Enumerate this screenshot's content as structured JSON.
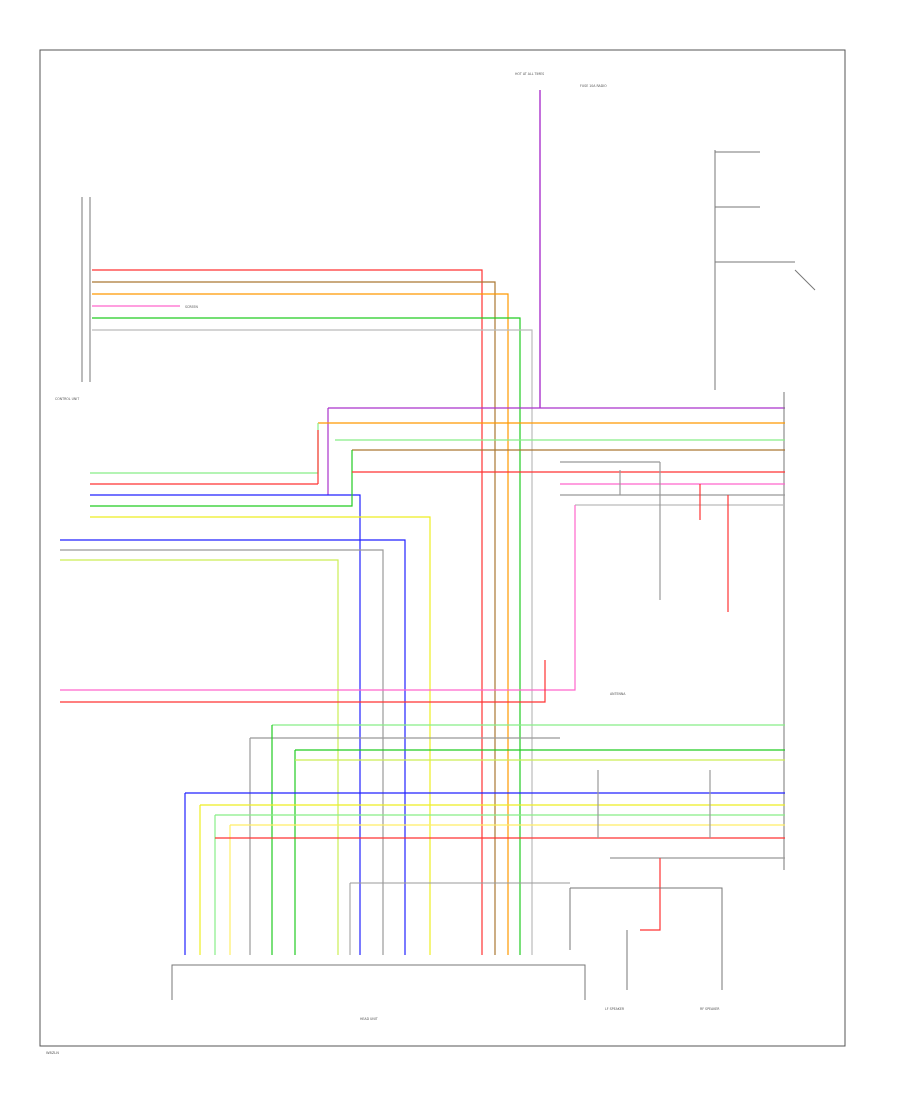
{
  "diagram": {
    "footer_code": "W8ZLN"
  },
  "colors": {
    "red": "#ff3333",
    "green": "#22cc22",
    "ltgreen": "#88ee88",
    "blue": "#2222ff",
    "yellow": "#eeee22",
    "orange": "#ff9900",
    "purple": "#aa33cc",
    "pink": "#ff66cc",
    "brown": "#aa7733",
    "gray": "#999999",
    "black": "#222222"
  },
  "labels": {
    "hot_all_times": "HOT AT ALL TIMES",
    "hot_all_times_sub": "FUSE 10A RADIO",
    "ctrl_unit": "CONTROL UNIT",
    "screen": "SCREEN",
    "head_unit": "HEAD UNIT",
    "left_speaker": "LF SPEAKER",
    "right_speaker": "RF SPEAKER",
    "antenna": "ANTENNA"
  }
}
